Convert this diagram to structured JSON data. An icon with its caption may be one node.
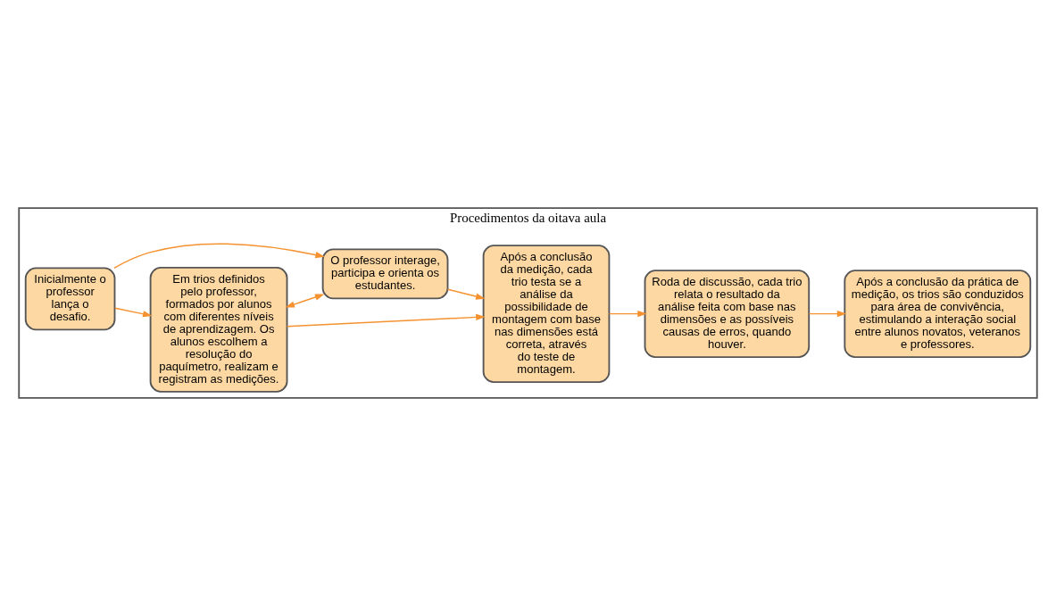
{
  "diagram": {
    "nodes": [
      {
        "text": [
          "Procedimentos da oitava aula"
        ]
      },
      {
        "text": [
          "Inicialmente o professor lança o desafio."
        ],
        "in": 0
      },
      {
        "text": [
          "Em trios definidos pelo professor, formados por alunos com diferentes níveis de aprendizagem. Os alunos escolhem a resolução do paquímetro, realizam e registram as medições."
        ],
        "in": 0
      },
      {
        "text": [
          "O professor interage, participa e orienta os estudantes."
        ],
        "in": 0
      },
      {
        "text": [
          "Após a conclusão da medição, cada trio testa se a análise da possibilidade de montagem com base nas dimensões está correta, através do teste de montagem."
        ],
        "in": 0
      },
      {
        "text": [
          "Roda de discussão, cada trio relata o resultado da análise feita com base nas dimensões e as possíveis causas de erros, quando houver."
        ],
        "in": 0
      },
      {
        "text": [
          "Após a conclusão da prática de medição, os trios são conduzidos para área de convivência, estimulando a interação social entre alunos novatos, veteranos e professores."
        ],
        "in": 0
      }
    ],
    "edges": [
      {
        "from": 1,
        "to": 2,
        "arrow": "to"
      },
      {
        "from": 1,
        "to": 3,
        "arrow": "to"
      },
      {
        "from": 2,
        "to": 3,
        "arrow": "both"
      },
      {
        "from": 2,
        "to": 4,
        "arrow": "to"
      },
      {
        "from": 3,
        "to": 4,
        "arrow": "to"
      },
      {
        "from": 4,
        "to": 5,
        "arrow": "to"
      },
      {
        "from": 5,
        "to": 6,
        "arrow": "to"
      }
    ]
  }
}
